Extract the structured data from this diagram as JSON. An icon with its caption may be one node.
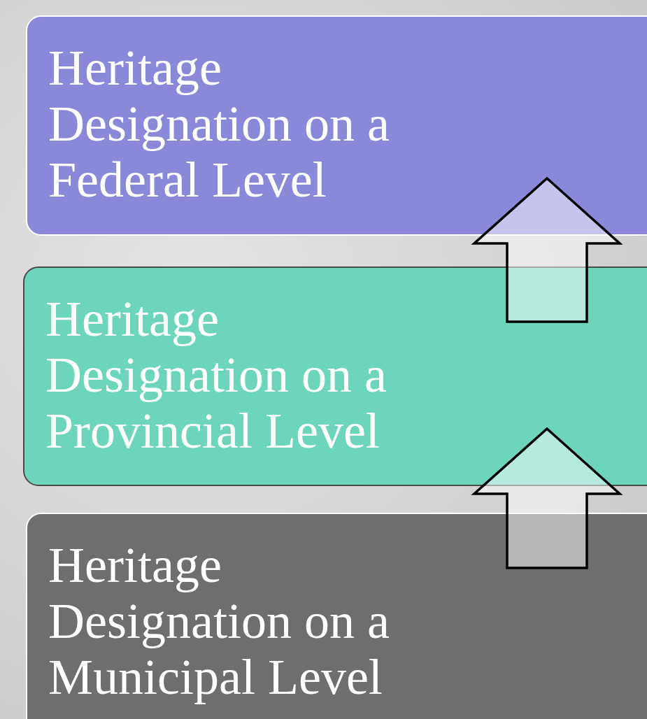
{
  "diagram": {
    "nodes": [
      {
        "text": [
          "Heritage Designation on a Federal Level"
        ]
      },
      {
        "text": [
          "Heritage Designation on a Provincial Level"
        ]
      },
      {
        "text": [
          "Heritage Designation on a Municipal Level"
        ]
      }
    ],
    "edges": [
      {
        "from": 1,
        "to": 0,
        "arrow": "to"
      },
      {
        "from": 2,
        "to": 1,
        "arrow": "to"
      }
    ]
  }
}
